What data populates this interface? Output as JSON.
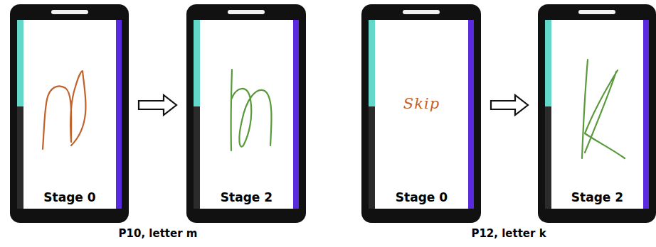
{
  "diagram": {
    "nodes": [
      {
        "text": [
          "Stage 0"
        ]
      },
      {
        "text": [
          "Stage 2"
        ]
      },
      {
        "text": [
          "Skip",
          "Stage 0"
        ]
      },
      {
        "text": [
          "Stage 2"
        ]
      }
    ],
    "edges": [
      {
        "from": 0,
        "to": 1,
        "arrow": "to"
      },
      {
        "from": 2,
        "to": 3,
        "arrow": "to"
      }
    ],
    "labels": [
      "P10, letter m",
      "P12, letter k"
    ]
  }
}
